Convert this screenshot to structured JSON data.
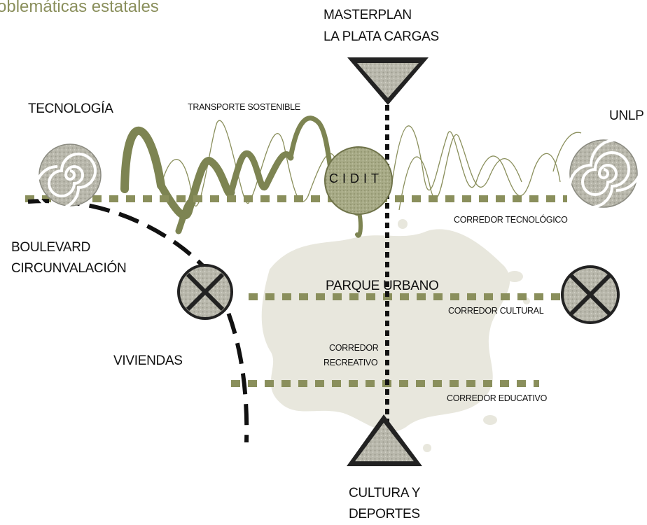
{
  "title": "oblemáticas estatales",
  "colors": {
    "olive": "#8a8f5c",
    "olive_dark": "#7d8452",
    "black": "#111111",
    "stain": "#e7e6dc"
  },
  "icons": {
    "spiral_left": "spiral-icon",
    "spiral_right": "spiral-icon",
    "cross_left": "x-circle-icon",
    "cross_right": "x-circle-icon",
    "triangle_top": "triangle-down-icon",
    "triangle_bottom": "triangle-up-icon",
    "center": "circle-icon"
  },
  "labels": {
    "masterplan_1": "MASTERPLAN",
    "masterplan_2": "LA PLATA CARGAS",
    "tecnologia": "TECNOLOGÍA",
    "transporte": "TRANSPORTE SOSTENIBLE",
    "unlp": "UNLP",
    "cidit": "CIDIT",
    "corredor_tecnologico": "CORREDOR TECNOLÓGICO",
    "boulevard_1": "BOULEVARD",
    "boulevard_2": "CIRCUNVALACIÓN",
    "parque": "PARQUE URBANO",
    "corredor_cultural": "CORREDOR CULTURAL",
    "viviendas": "VIVIENDAS",
    "corredor_recreativo_1": "CORREDOR",
    "corredor_recreativo_2": "RECREATIVO",
    "corredor_educativo": "CORREDOR EDUCATIVO",
    "cultura_1": "CULTURA Y",
    "cultura_2": "DEPORTES"
  }
}
